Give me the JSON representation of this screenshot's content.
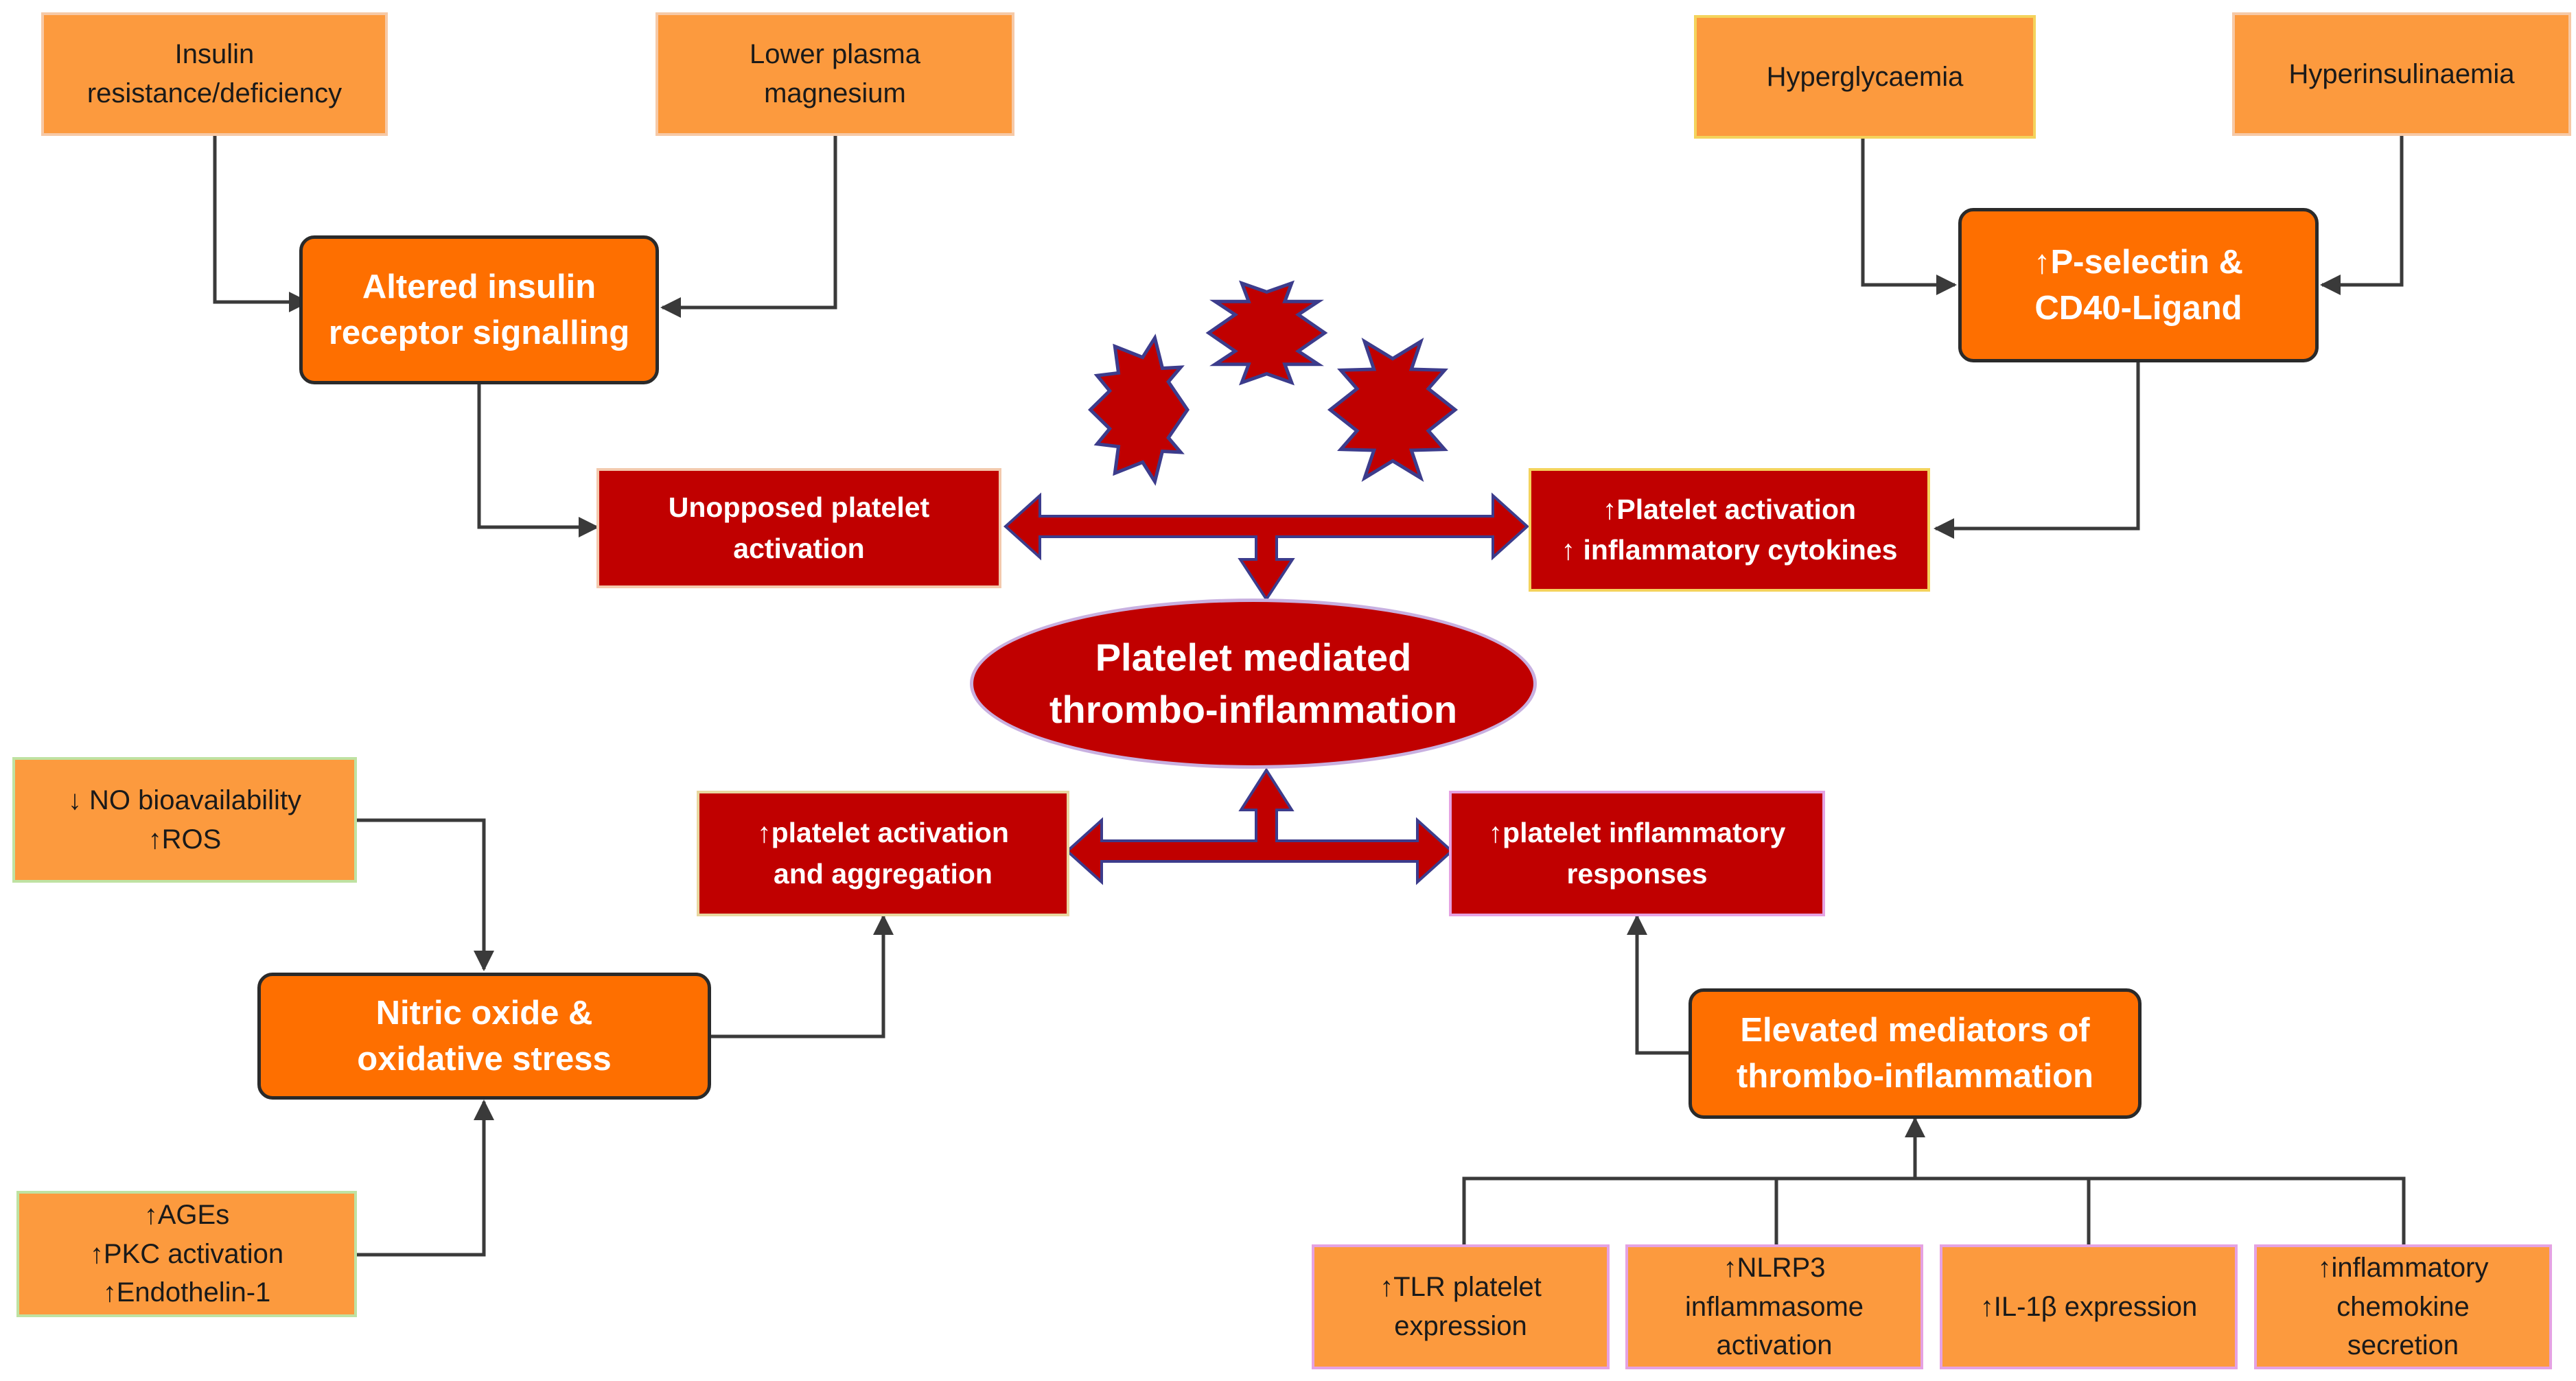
{
  "nodes": {
    "insulin_resistance": "Insulin\nresistance/deficiency",
    "lower_magnesium": "Lower plasma\nmagnesium",
    "hyperglycaemia": "Hyperglycaemia",
    "hyperinsulinaemia": "Hyperinsulinaemia",
    "altered_insulin": "Altered insulin\nreceptor signalling",
    "p_selectin": "↑P-selectin &\nCD40-Ligand",
    "unopposed_activation": "Unopposed platelet\nactivation",
    "platelet_activation_cytokines": "↑Platelet activation\n↑ inflammatory cytokines",
    "central": "Platelet mediated\nthrombo-inflammation",
    "no_ros": "↓ NO bioavailability\n↑ROS",
    "activation_aggregation": "↑platelet activation\nand aggregation",
    "inflammatory_responses": "↑platelet inflammatory\nresponses",
    "nitric_oxide": "Nitric oxide &\noxidative stress",
    "elevated_mediators": "Elevated mediators of\nthrombo-inflammation",
    "ages_pkc": "↑AGEs\n↑PKC activation\n↑Endothelin-1",
    "tlr": "↑TLR platelet\nexpression",
    "nlrp3": "↑NLRP3\ninflammasome\nactivation",
    "il1b": "↑IL-1β expression",
    "chemokine": "↑inflammatory\nchemokine\nsecretion"
  },
  "colors": {
    "light_orange": "#fc9a3e",
    "orange": "#fe6f00",
    "dark_red": "#c00000",
    "arrow_outline": "#3c3c8c",
    "connector": "#3a3a3a"
  }
}
